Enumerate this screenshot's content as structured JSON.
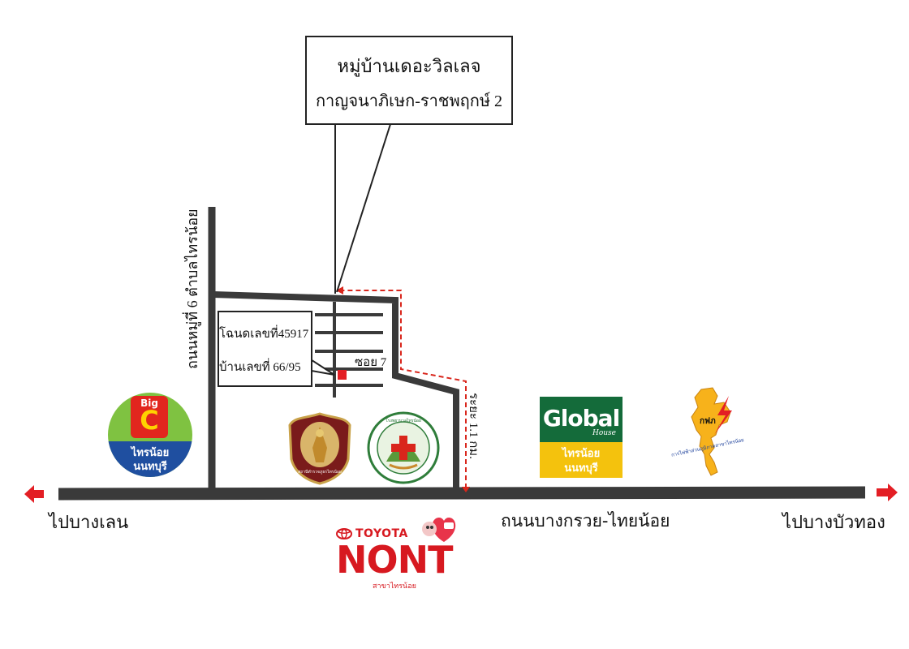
{
  "village": {
    "name": "หมู่บ้านเดอะวิลเลจ",
    "project": "กาญจนาภิเษก-ราชพฤกษ์ 2"
  },
  "plot": {
    "deed": "โฉนดเลขที่45917",
    "house_number": "บ้านเลขที่ 66/95",
    "soi": "ซอย 7"
  },
  "roads": {
    "side_road": "ถนนหมู่ที่ 6 ตำบลไทรน้อย",
    "main_road": "ถนนบางกรวย-ไทยน้อย",
    "distance": "ระยะ 1.1 กม.",
    "to_left": "ไปบางเลน",
    "to_right": "ไปบางบัวทอง"
  },
  "landmarks": {
    "bigc": {
      "brand": "Big",
      "letter": "C",
      "line1": "ไทรน้อย",
      "line2": "นนทบุรี"
    },
    "police": {
      "caption": "สถานีตำรวจภูธรไทรน้อย"
    },
    "hospital": {
      "caption": "โรงพยาบาลไทรน้อย"
    },
    "global_house": {
      "word": "Global",
      "sub": "House",
      "line1": "ไทรน้อย",
      "line2": "นนทบุรี"
    },
    "pea": {
      "abbr": "กฟภ",
      "name": "การไฟฟ้าส่วนภูมิภาคสาขาไทรน้อย"
    },
    "toyota": {
      "brand": "TOYOTA",
      "dealer": "NONT",
      "branch": "สาขาไทรน้อย"
    }
  },
  "colors": {
    "road": "#3a3a3a",
    "route": "#d9261c",
    "arrow": "#e31e24",
    "target": "#e31e24"
  }
}
